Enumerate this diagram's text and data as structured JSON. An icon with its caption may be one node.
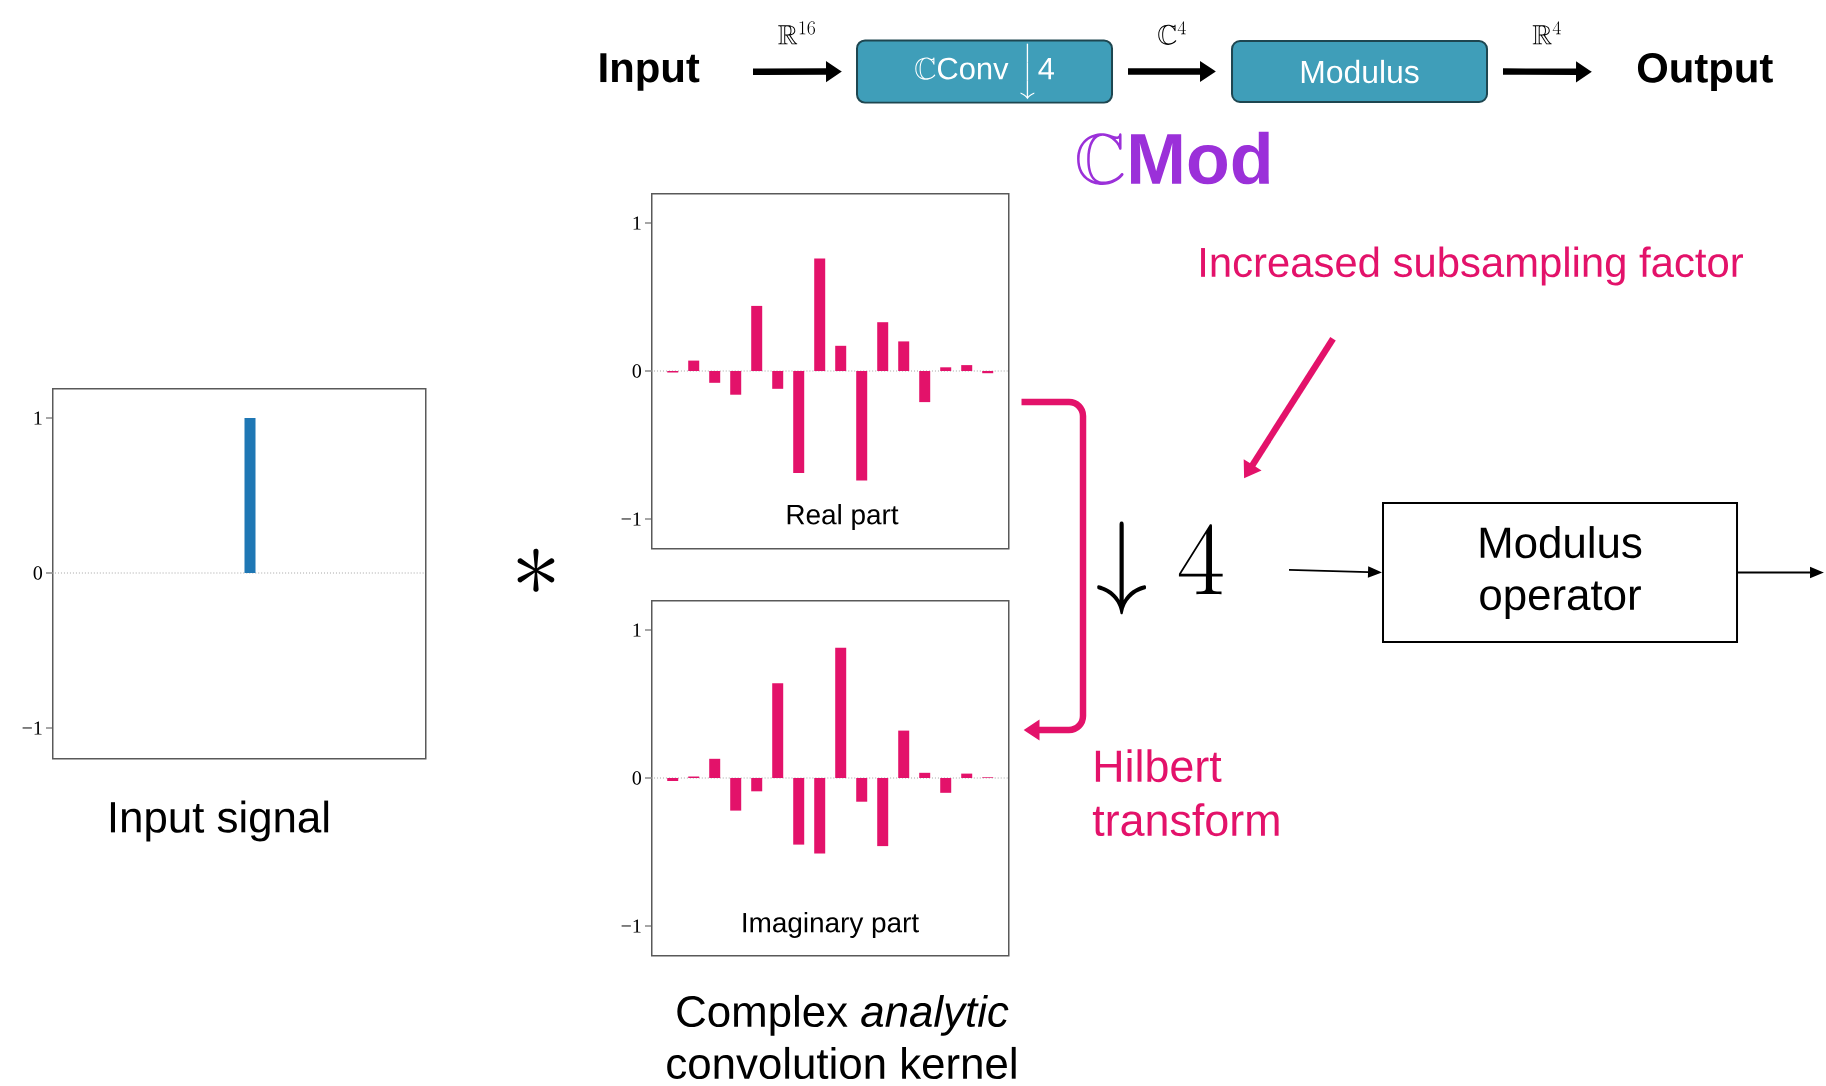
{
  "diagram": {
    "nodes": [
      {
        "text": [
          "Input"
        ]
      },
      {
        "text": [
          "\\mathbb{C}\\text{Conv}\\ \\Big\\downarrow \\text{4}"
        ]
      },
      {
        "text": [
          "Modulus"
        ]
      },
      {
        "text": [
          "Output"
        ]
      },
      {
        "text": [
          "1",
          "0",
          "−1"
        ],
        "beside": [
          "Input signal"
        ]
      },
      {
        "text": [
          "1",
          "0",
          "−1",
          "Real part"
        ]
      },
      {
        "text": [
          "1",
          "0",
          "−1",
          "Imaginary part"
        ]
      },
      {
        "text": [
          "Increased subsampling factor"
        ]
      },
      {
        "text": [
          "\\downarrow 4"
        ]
      },
      {
        "text": [
          "Modulus operator"
        ]
      }
    ],
    "edges": [
      {
        "from": 0,
        "to": 1,
        "arrow": "to",
        "label": "\\mathbb{R}^{16}"
      },
      {
        "from": 1,
        "to": 2,
        "arrow": "to",
        "label": "\\mathbb{C}^{4}"
      },
      {
        "from": 2,
        "to": 3,
        "arrow": "to",
        "label": "\\mathbb{R}^{4}"
      },
      {
        "from": 5,
        "to": 6,
        "arrow": "to",
        "label": "Hilbert transform",
        "color": "#e3126a"
      },
      {
        "from": 7,
        "to": 8,
        "arrow": "to",
        "color": "#e3126a"
      },
      {
        "from": 8,
        "to": 9,
        "arrow": "to"
      },
      {
        "from": 9,
        "to": null,
        "arrow": "to"
      }
    ],
    "labels": [
      "\\mathbb{C}\\mathbf{Mod}",
      "\\ast",
      "Complex *analytic* convolution kernel"
    ]
  }
}
